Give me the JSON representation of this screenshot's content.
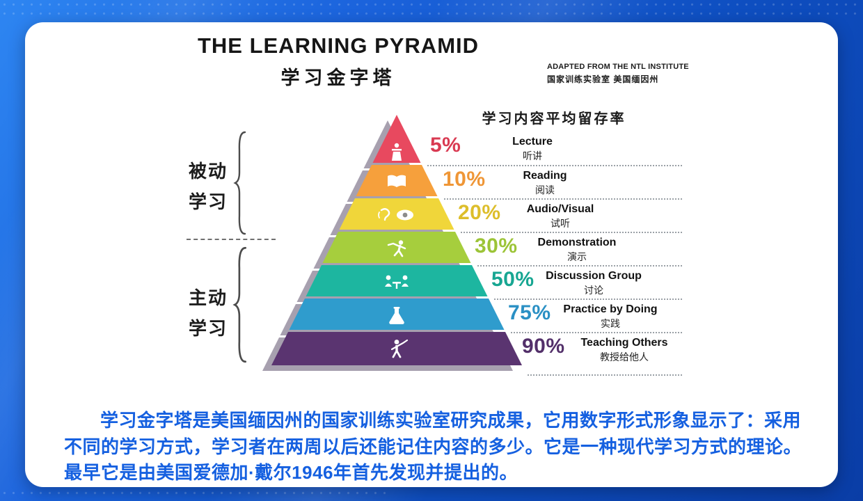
{
  "header": {
    "title_en": "THE LEARNING PYRAMID",
    "title_zh": "学习金字塔",
    "attribution_en": "ADAPTED FROM THE NTL INSTITUTE",
    "attribution_zh": "国家训练实验室 美国缅因州",
    "retention_header": "学习内容平均留存率"
  },
  "sections": {
    "passive": {
      "lines": [
        "被动",
        "学习"
      ]
    },
    "active": {
      "lines": [
        "主动",
        "学习"
      ]
    }
  },
  "pyramid": {
    "levels": [
      {
        "percent": "5%",
        "en": "Lecture",
        "zh": "听讲",
        "color": "#e8495f",
        "text_color": "#d93a52",
        "icon": "lecture-icon"
      },
      {
        "percent": "10%",
        "en": "Reading",
        "zh": "阅读",
        "color": "#f6a03c",
        "text_color": "#ef9636",
        "icon": "reading-icon"
      },
      {
        "percent": "20%",
        "en": "Audio/Visual",
        "zh": "试听",
        "color": "#f0d63a",
        "text_color": "#ddbe2b",
        "icon": "audio-visual-icon"
      },
      {
        "percent": "30%",
        "en": "Demonstration",
        "zh": "演示",
        "color": "#a6ce3d",
        "text_color": "#9cc437",
        "icon": "demonstration-icon"
      },
      {
        "percent": "50%",
        "en": "Discussion Group",
        "zh": "讨论",
        "color": "#1db6a0",
        "text_color": "#17a692",
        "icon": "discussion-icon"
      },
      {
        "percent": "75%",
        "en": "Practice by Doing",
        "zh": "实践",
        "color": "#2f9ccd",
        "text_color": "#2a90c4",
        "icon": "practice-icon"
      },
      {
        "percent": "90%",
        "en": "Teaching Others",
        "zh": "教授给他人",
        "color": "#5a3470",
        "text_color": "#53306a",
        "icon": "teaching-icon"
      }
    ]
  },
  "footer": {
    "paragraph": "学习金字塔是美国缅因州的国家训练实验室研究成果，它用数字形式形象显示了：采用不同的学习方式，学习者在两周以后还能记住内容的多少。它是一种现代学习方式的理论。最早它是由美国爱德加·戴尔1946年首先发现并提出的。"
  },
  "colors": {
    "paragraph_blue": "#1560e0",
    "background_top": "#2e86f2",
    "background_bottom": "#0a3da6",
    "dotted_line_gray": "#9aa0a6"
  }
}
